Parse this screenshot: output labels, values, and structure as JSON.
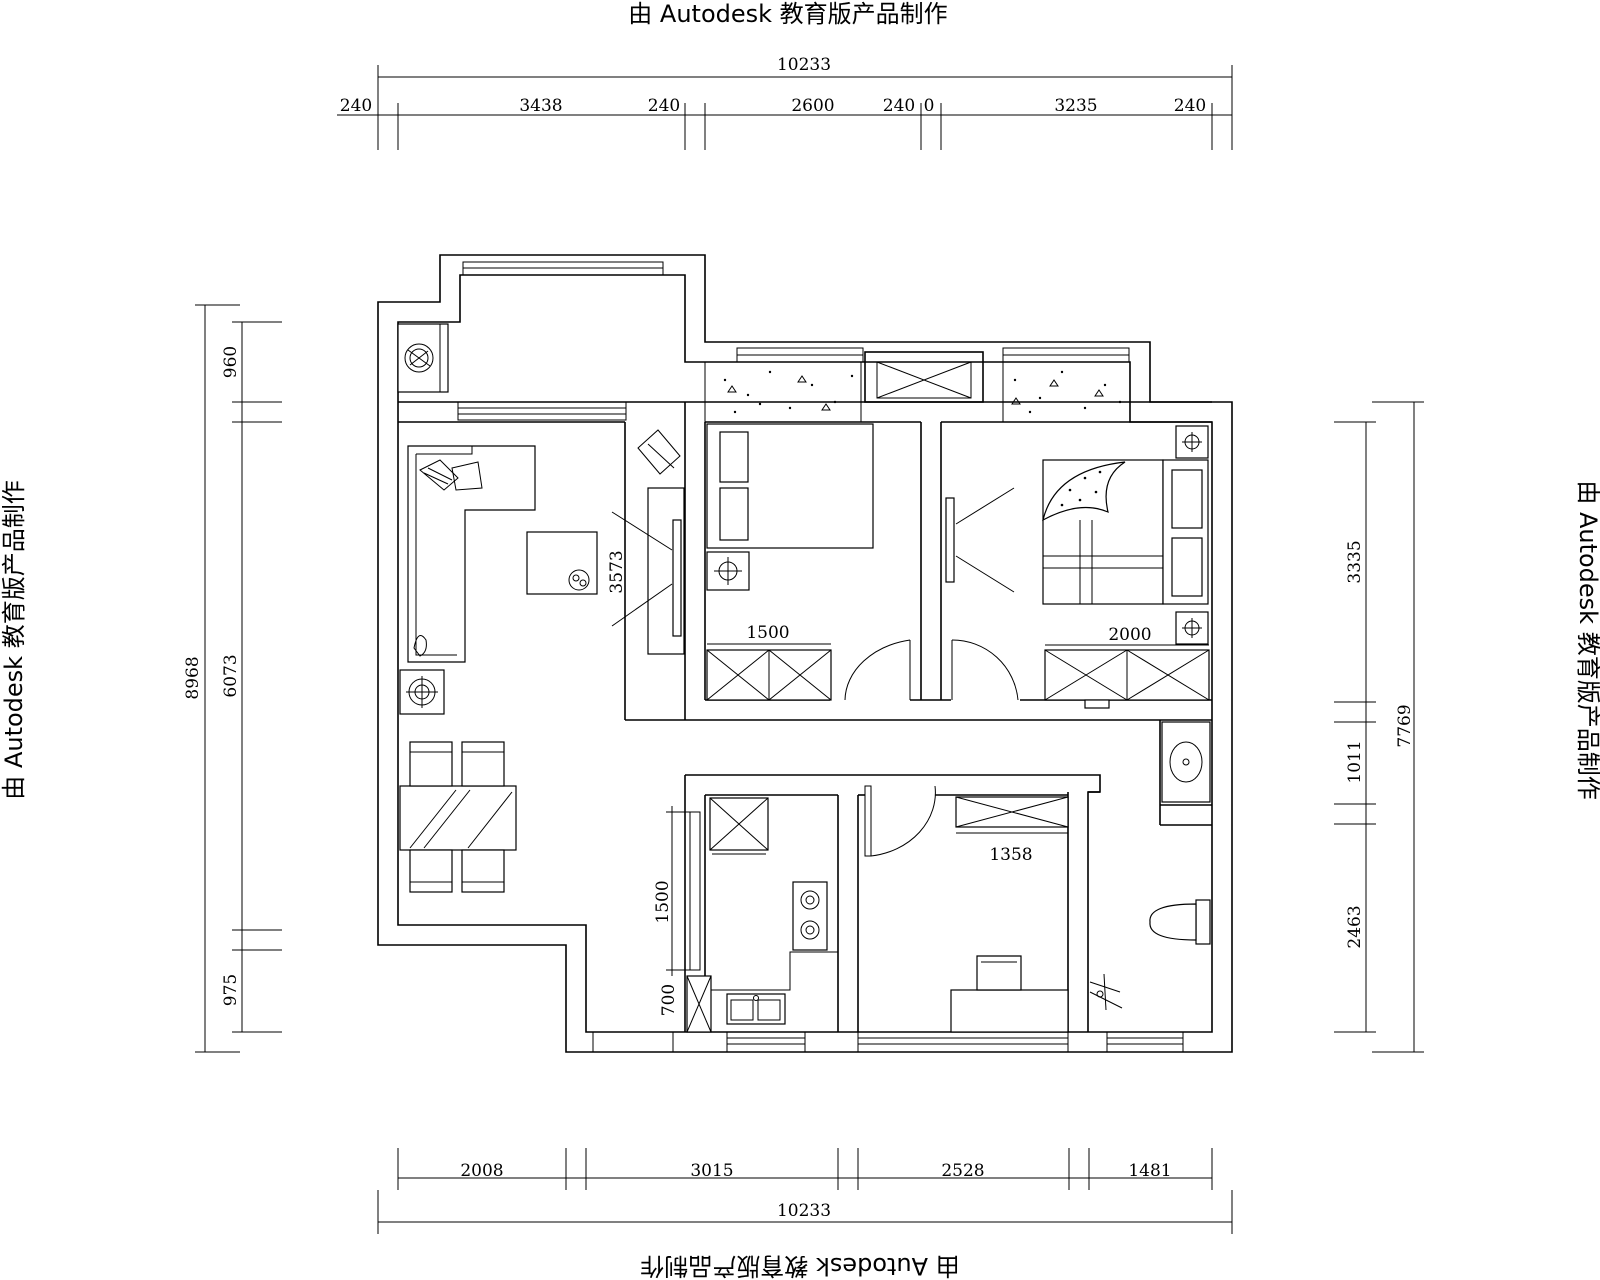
{
  "watermark": {
    "text": "由 Autodesk 教育版产品制作"
  },
  "dimensions": {
    "top_total": "10233",
    "top_segments": [
      "240",
      "3438",
      "240",
      "2600",
      "240",
      "0",
      "3235",
      "240"
    ],
    "bottom_segments": [
      "2008",
      "3015",
      "2528",
      "1481"
    ],
    "bottom_total": "10233",
    "left_total": "8968",
    "left_segments": [
      "960",
      "6073",
      "975"
    ],
    "right_total": "7769",
    "right_segments": [
      "3335",
      "1011",
      "2463"
    ],
    "interior": {
      "living_tv_wall": "3573",
      "bedroom1_wardrobe": "1500",
      "bedroom2_wardrobe": "2000",
      "study_cabinet": "1358",
      "kitchen_counter": "1500",
      "kitchen_sink": "700"
    }
  }
}
